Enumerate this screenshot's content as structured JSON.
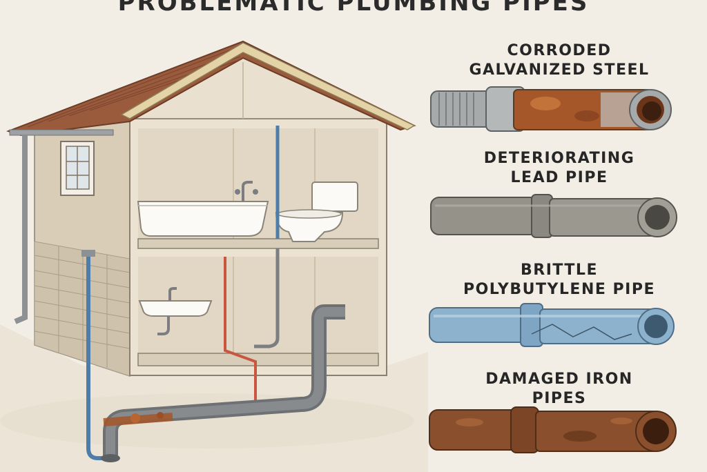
{
  "title": "PROBLEMATIC PLUMBING PIPES",
  "colors": {
    "background": "#f3eee5",
    "roof": "#9a5a3c",
    "wall": "#e6dccb",
    "galvanized_rust": "#a5572a",
    "lead": "#8a8880",
    "polybutylene": "#7ea6c4",
    "iron": "#8a4f2c",
    "hot_water": "#c9573f",
    "cold_water": "#4d7da8"
  },
  "pipes": [
    {
      "line1": "CORRODED",
      "line2": "GALVANIZED STEEL",
      "icon": "corroded-galvanized-steel-pipe"
    },
    {
      "line1": "DETERIORATING",
      "line2": "LEAD PIPE",
      "icon": "lead-pipe"
    },
    {
      "line1": "BRITTLE",
      "line2": "POLYBUTYLENE PIPE",
      "icon": "polybutylene-pipe"
    },
    {
      "line1": "DAMAGED IRON",
      "line2": "PIPES",
      "icon": "iron-pipe"
    }
  ]
}
